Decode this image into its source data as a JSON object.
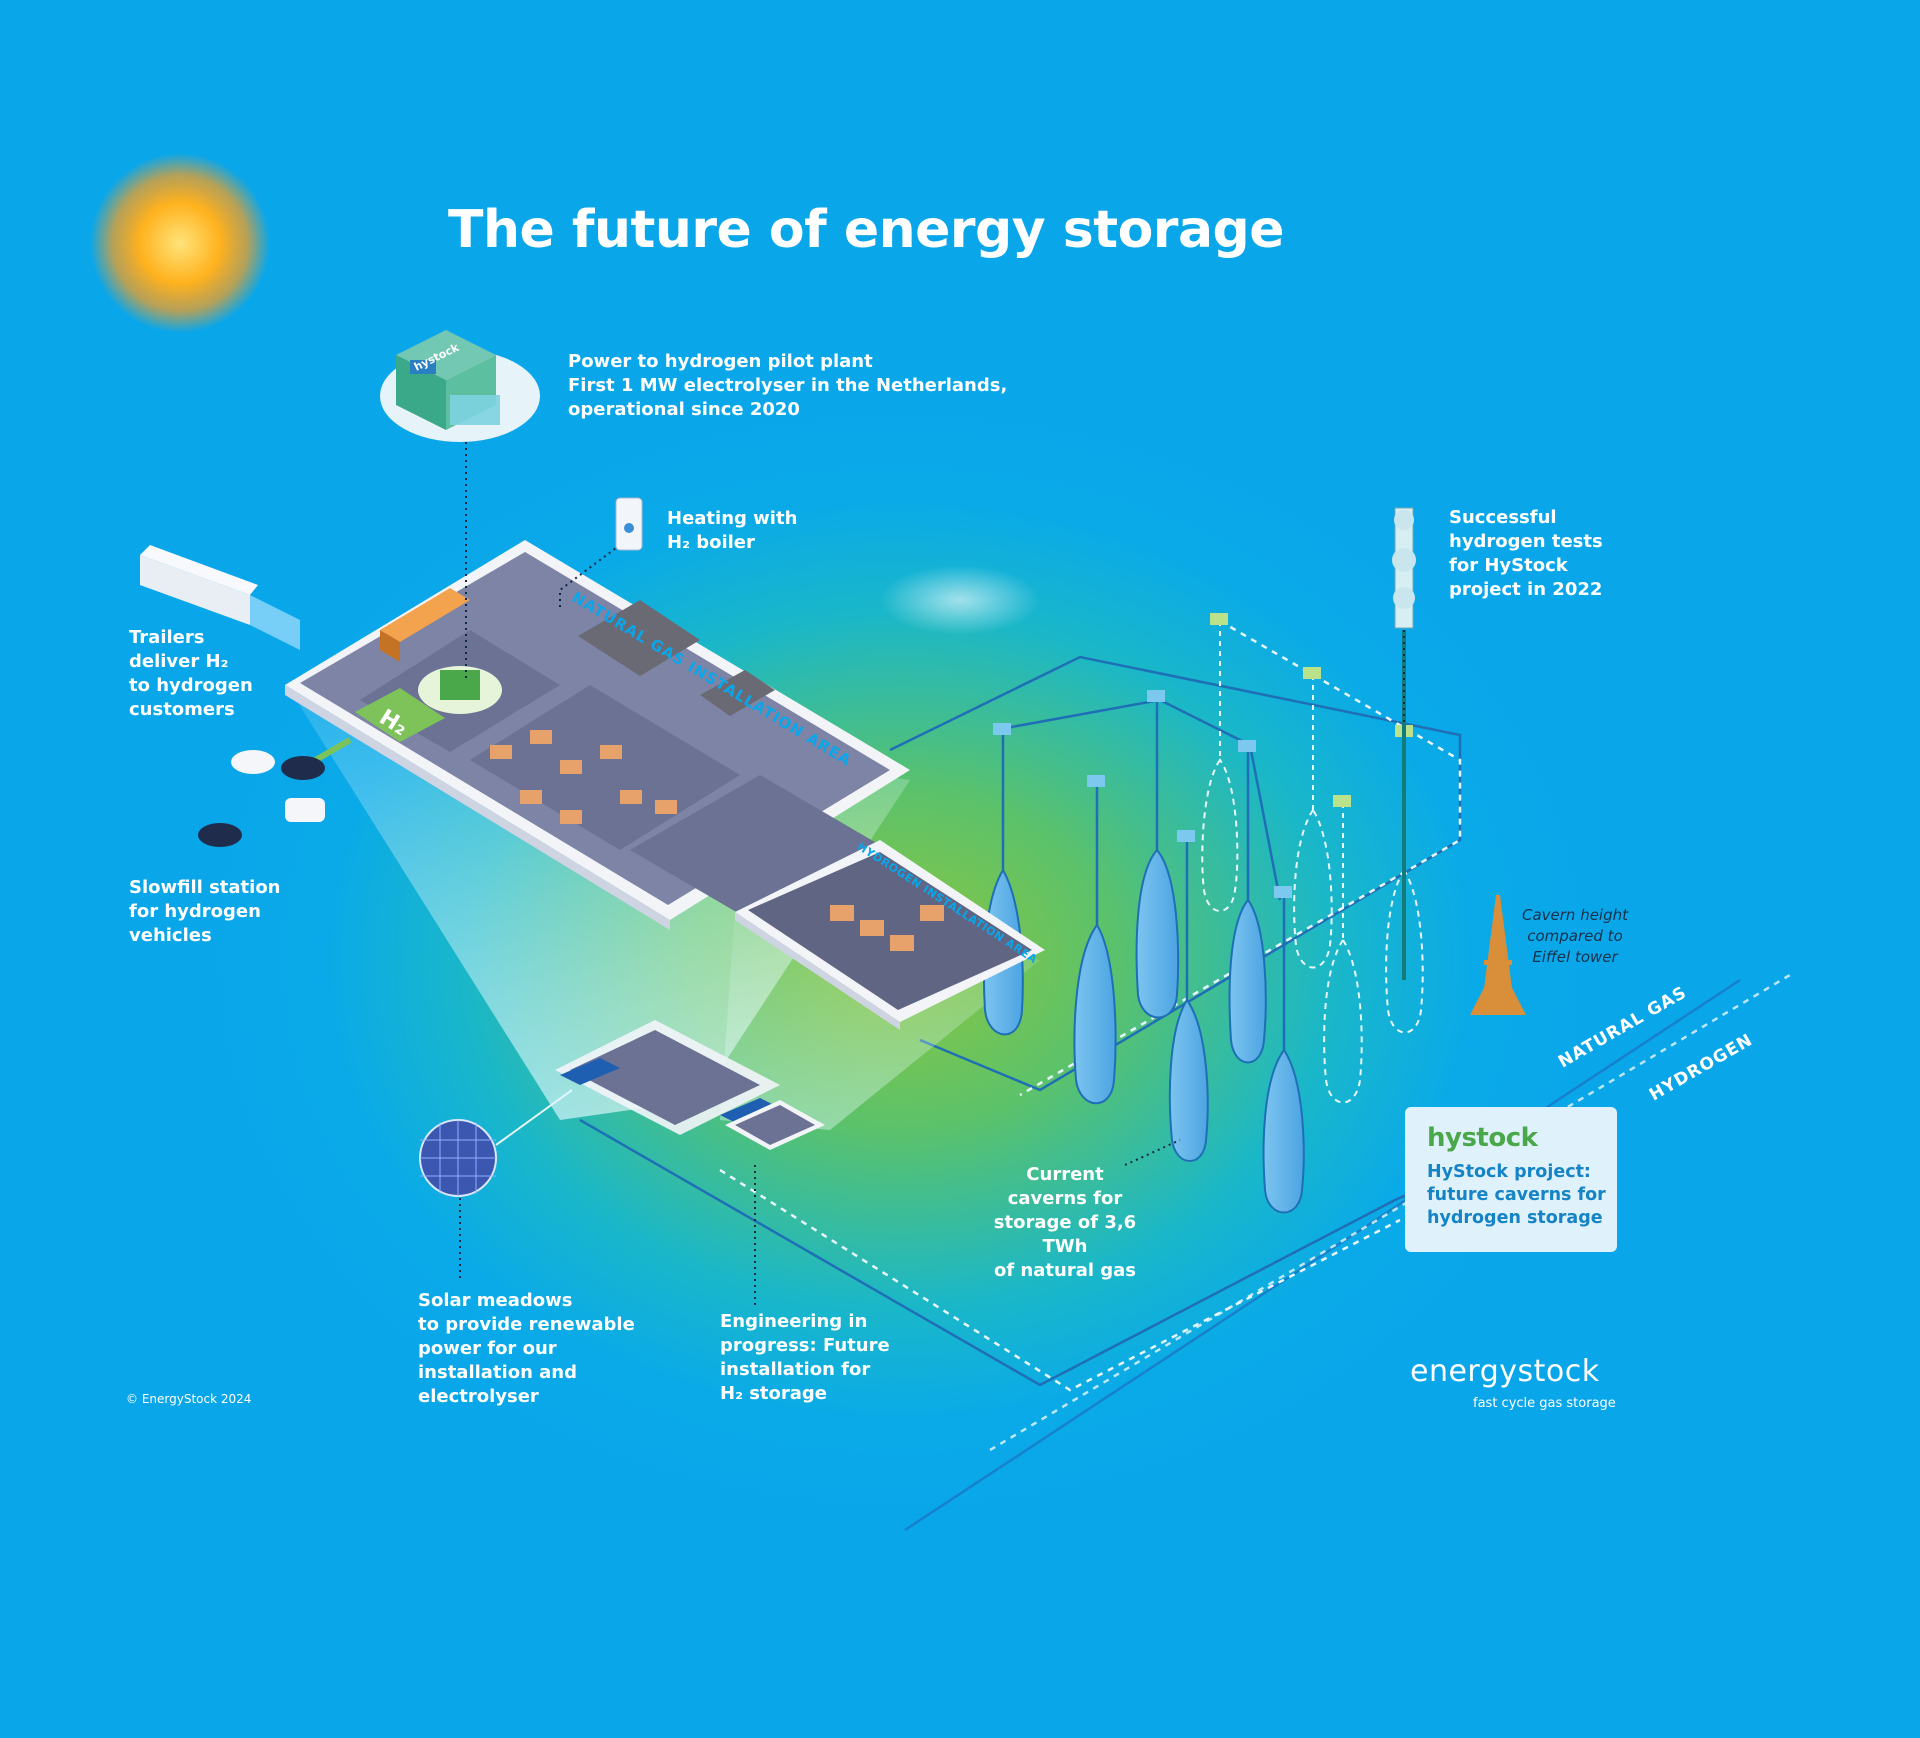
{
  "title": "The future of energy storage",
  "labels": {
    "plant": "Power to hydrogen pilot plant\nFirst 1 MW electrolyser in the Netherlands,\noperational since 2020",
    "boiler": "Heating with\nH₂ boiler",
    "trailers": "Trailers\ndeliver H₂\nto hydrogen\ncustomers",
    "slowfill": "Slowfill station\nfor hydrogen\nvehicles",
    "tests": "Successful\nhydrogen tests\nfor HyStock\nproject in 2022",
    "eiffel": "Cavern height\ncompared to\nEiffel tower",
    "caverns": "Current\ncaverns for\nstorage of 3,6 TWh\nof natural gas",
    "solar": "Solar meadows\nto provide renewable\npower for our\ninstallation and\nelectrolyser",
    "engineering": "Engineering in\nprogress: Future\ninstallation for\nH₂ storage"
  },
  "areas": {
    "natural_gas": "NATURAL GAS INSTALLATION AREA",
    "hydrogen": "HYDROGEN INSTALLATION AREA",
    "h2_pad": "H₂"
  },
  "plant_sign": "hystock",
  "pipelines": {
    "natural_gas": "NATURAL GAS",
    "hydrogen": "HYDROGEN"
  },
  "hystock_box": {
    "logo": "hystock",
    "text": "HyStock project:\nfuture caverns for\nhydrogen storage"
  },
  "brand": {
    "name": "energystock",
    "tagline": "fast cycle gas storage"
  },
  "copyright": "© EnergyStock 2024",
  "colors": {
    "sky": "#0aa6ea",
    "ground_green": "#8cc63f",
    "cavern": "#5fb4ea",
    "pipe": "#1e6fb5",
    "accent_green": "#4aa84a",
    "site_floor": "#7d84a6",
    "box_text": "#1584c6"
  }
}
